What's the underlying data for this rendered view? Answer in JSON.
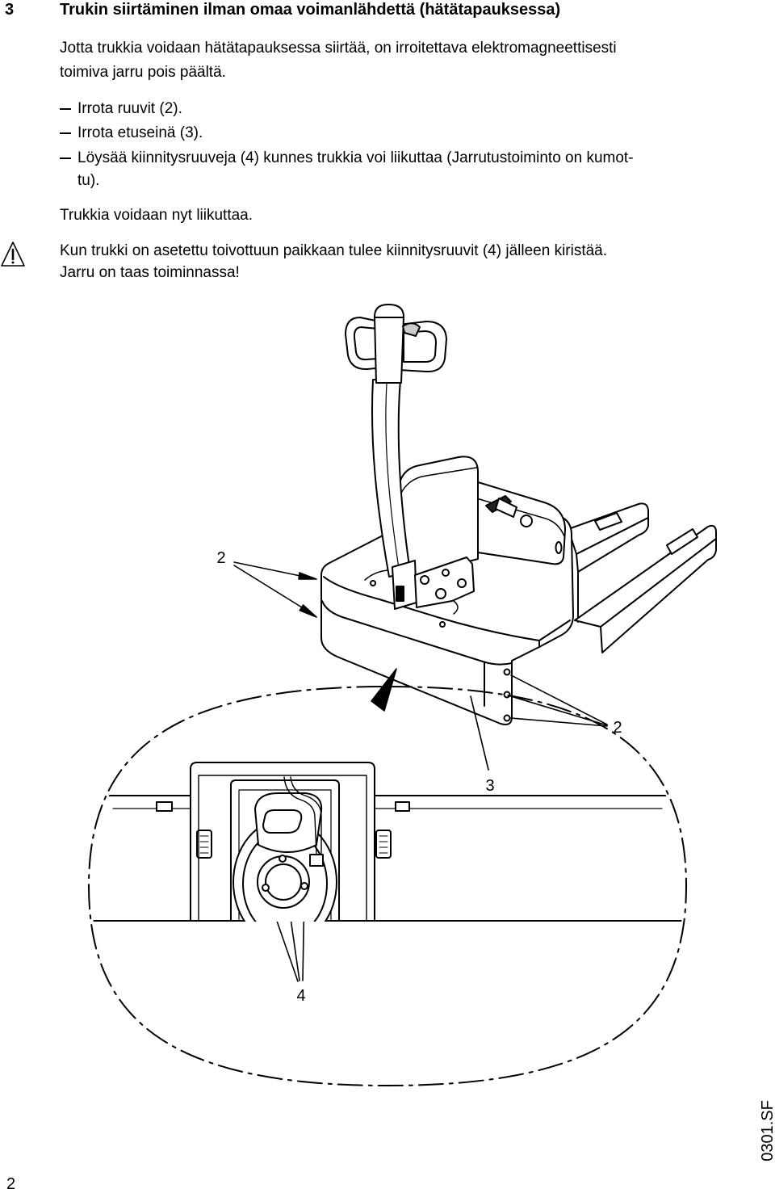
{
  "section": {
    "number": "3",
    "title": "Trukin siirtäminen ilman omaa voimanlähdettä (hätätapauksessa)"
  },
  "intro": {
    "lines": [
      "Jotta trukkia voidaan hätätapauksessa siirtää, on irroitettava elektromagneettisesti",
      "toimiva jarru pois päältä."
    ]
  },
  "steps": [
    {
      "lines": [
        "Irrota ruuvit (2)."
      ]
    },
    {
      "lines": [
        "Irrota etuseinä (3)."
      ]
    },
    {
      "lines": [
        "Löysää kiinnitysruuveja (4) kunnes trukkia voi liikuttaa (Jarrutustoiminto on kumot-",
        "tu)."
      ]
    }
  ],
  "result": "Trukkia voidaan nyt liikuttaa.",
  "warning": {
    "icon": "warning-triangle-icon",
    "lines": [
      "Kun trukki on asetettu toivottuun paikkaan tulee kiinnitysruuvit (4) jälleen kiristää.",
      "Jarru on taas toiminnassa!"
    ]
  },
  "figure": {
    "labels": {
      "screws_left": "2",
      "screws_right": "2",
      "front_wall": "3",
      "fixing_screws": "4"
    },
    "code": "0301.SF"
  },
  "page_number": "2"
}
